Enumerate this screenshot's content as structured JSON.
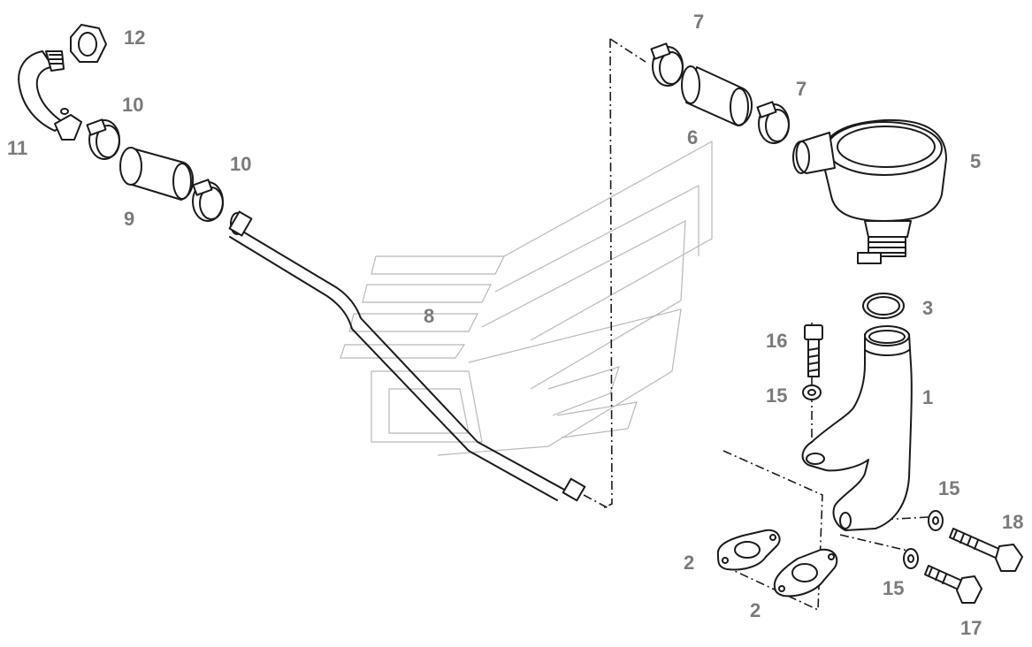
{
  "callouts": [
    {
      "id": "c12",
      "text": "12"
    },
    {
      "id": "c11",
      "text": "11"
    },
    {
      "id": "c10a",
      "text": "10"
    },
    {
      "id": "c10b",
      "text": "10"
    },
    {
      "id": "c9",
      "text": "9"
    },
    {
      "id": "c8",
      "text": "8"
    },
    {
      "id": "c7a",
      "text": "7"
    },
    {
      "id": "c7b",
      "text": "7"
    },
    {
      "id": "c6",
      "text": "6"
    },
    {
      "id": "c5",
      "text": "5"
    },
    {
      "id": "c3",
      "text": "3"
    },
    {
      "id": "c16",
      "text": "16"
    },
    {
      "id": "c15a",
      "text": "15"
    },
    {
      "id": "c1",
      "text": "1"
    },
    {
      "id": "c15b",
      "text": "15"
    },
    {
      "id": "c18",
      "text": "18"
    },
    {
      "id": "c2a",
      "text": "2"
    },
    {
      "id": "c15c",
      "text": "15"
    },
    {
      "id": "c2b",
      "text": "2"
    },
    {
      "id": "c17",
      "text": "17"
    }
  ],
  "colors": {
    "line": "#1a1a1a",
    "label": "#7a7a7a",
    "watermark": "#b8b8b8"
  }
}
